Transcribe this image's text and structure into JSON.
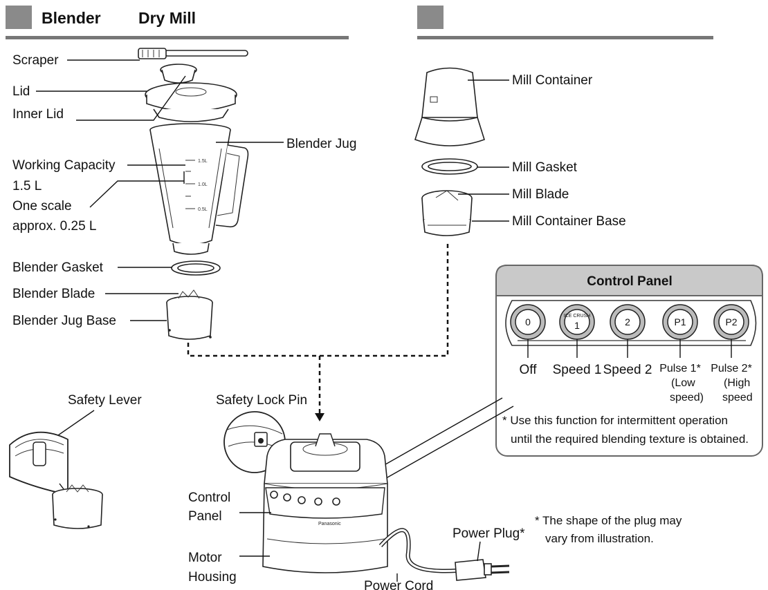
{
  "headers": {
    "left_title_1": "Blender",
    "left_title_2": "Dry Mill",
    "right_title": ""
  },
  "blender_labels": {
    "scraper": "Scraper",
    "lid": "Lid",
    "inner_lid": "Inner Lid",
    "blender_jug": "Blender Jug",
    "working_capacity": "Working Capacity",
    "capacity_value": "1.5 L",
    "one_scale": "One scale",
    "scale_value": "approx. 0.25 L",
    "blender_gasket": "Blender Gasket",
    "blender_blade": "Blender Blade",
    "blender_jug_base": "Blender Jug Base"
  },
  "mill_labels": {
    "mill_container": "Mill Container",
    "mill_gasket": "Mill Gasket",
    "mill_blade": "Mill Blade",
    "mill_container_base": "Mill Container Base"
  },
  "body_labels": {
    "safety_lever": "Safety Lever",
    "safety_lock_pin": "Safety Lock Pin",
    "control_panel_1": "Control",
    "control_panel_2": "Panel",
    "motor_housing_1": "Motor",
    "motor_housing_2": "Housing",
    "power_cord": "Power Cord",
    "power_plug": "Power Plug*",
    "plug_note_1": "* The shape of the plug may",
    "plug_note_2": "vary from illustration.",
    "brand": "Panasonic"
  },
  "control_panel": {
    "title": "Control Panel",
    "buttons": [
      {
        "symbol": "0",
        "top": "",
        "label_1": "Off",
        "label_2": "",
        "label_3": ""
      },
      {
        "symbol": "1",
        "top": "ICE CRUSH",
        "label_1": "Speed 1",
        "label_2": "",
        "label_3": ""
      },
      {
        "symbol": "2",
        "top": "",
        "label_1": "Speed 2",
        "label_2": "",
        "label_3": ""
      },
      {
        "symbol": "P1",
        "top": "",
        "label_1": "Pulse 1*",
        "label_2": "(Low",
        "label_3": "speed)"
      },
      {
        "symbol": "P2",
        "top": "",
        "label_1": "Pulse 2*",
        "label_2": "(High",
        "label_3": "speed"
      }
    ],
    "note_1": "* Use this function for intermittent operation",
    "note_2": "until the required blending texture is obtained."
  },
  "jug_marks": {
    "m1": "1.5L",
    "m2": "1.0L",
    "m3": "0.5L"
  }
}
